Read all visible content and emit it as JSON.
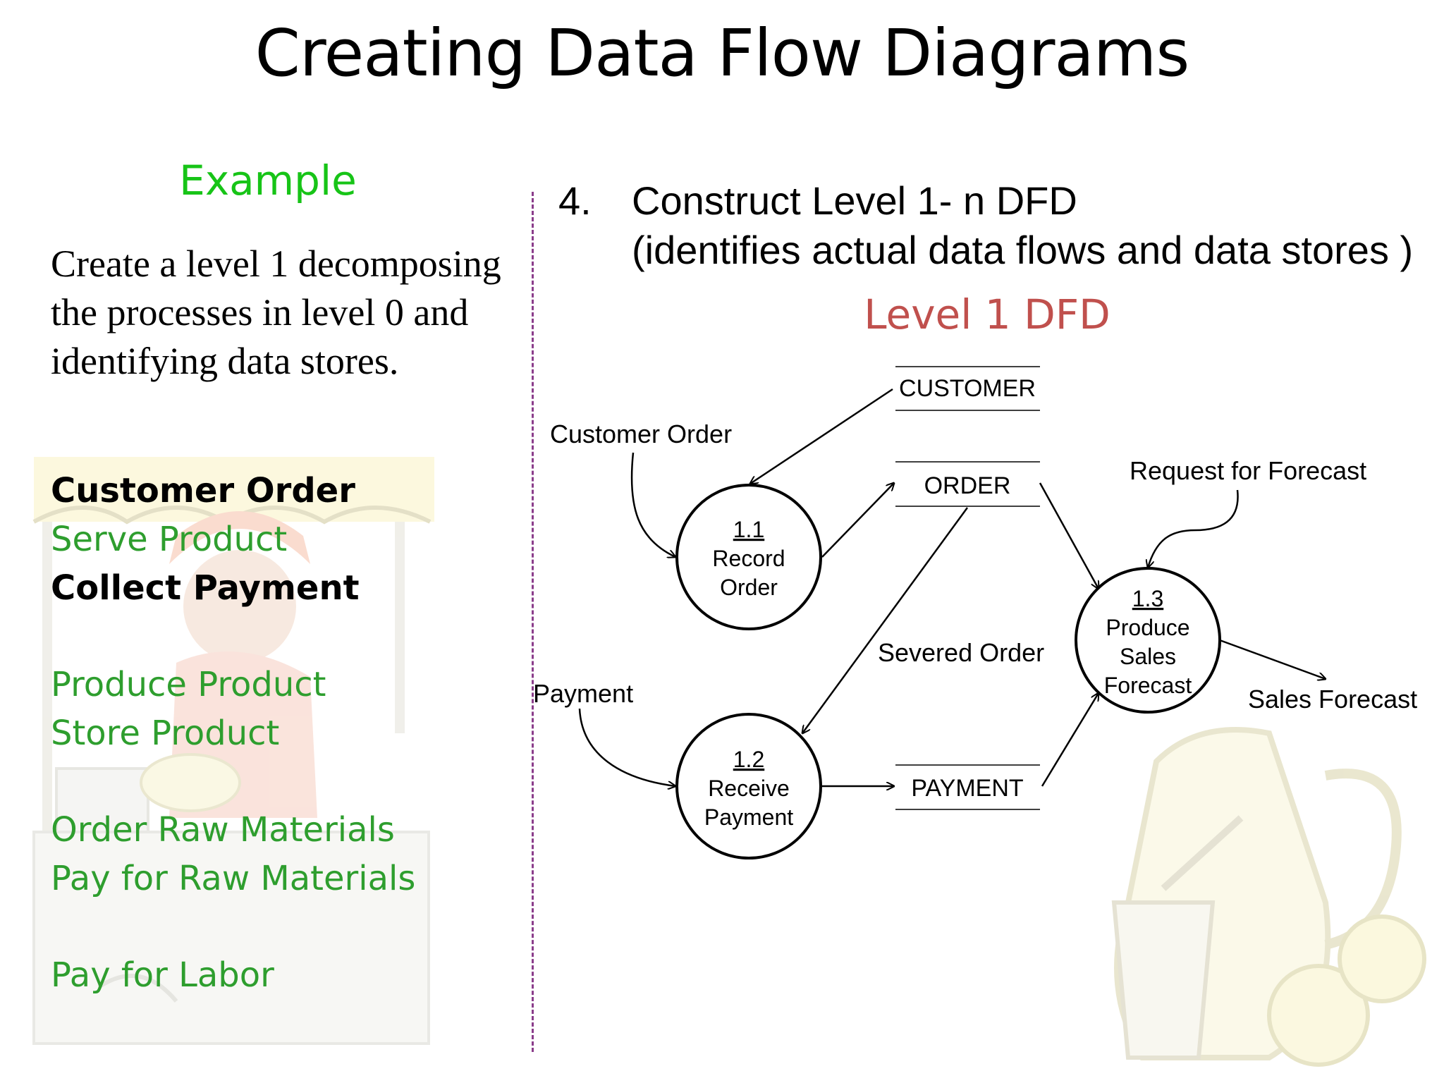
{
  "title": "Creating Data Flow Diagrams",
  "left_panel": {
    "heading": "Example",
    "intro": "Create a level 1 decomposing the processes in level 0 and identifying data stores.",
    "tasks": [
      {
        "label": "Customer Order",
        "style": "black"
      },
      {
        "label": "Serve Product",
        "style": "green"
      },
      {
        "label": "Collect Payment",
        "style": "black"
      },
      {
        "label": "Produce Product",
        "style": "green"
      },
      {
        "label": "Store Product",
        "style": "green"
      },
      {
        "label": "Order Raw Materials",
        "style": "green"
      },
      {
        "label": "Pay for Raw Materials",
        "style": "green"
      },
      {
        "label": "Pay for Labor",
        "style": "green"
      }
    ]
  },
  "right_panel": {
    "step_number": "4.",
    "step_title": "Construct Level 1- n DFD",
    "step_subtitle": "(identifies actual data flows and data stores )",
    "diagram_title": "Level 1 DFD"
  },
  "dfd": {
    "processes": [
      {
        "id": "1.1",
        "lines": [
          "Record",
          "Order"
        ]
      },
      {
        "id": "1.2",
        "lines": [
          "Receive",
          "Payment"
        ]
      },
      {
        "id": "1.3",
        "lines": [
          "Produce",
          "Sales",
          "Forecast"
        ]
      }
    ],
    "stores": {
      "customer": "CUSTOMER",
      "order": "ORDER",
      "payment": "PAYMENT"
    },
    "flows": {
      "customer_order": "Customer Order",
      "payment": "Payment",
      "severed_order": "Severed Order",
      "request_for_forecast": "Request for Forecast",
      "sales_forecast": "Sales Forecast"
    }
  },
  "colors": {
    "heading_green": "#17c417",
    "task_green": "#2e9e2e",
    "level_title_red": "#c0504d",
    "divider_purple": "#8b3d8b"
  }
}
